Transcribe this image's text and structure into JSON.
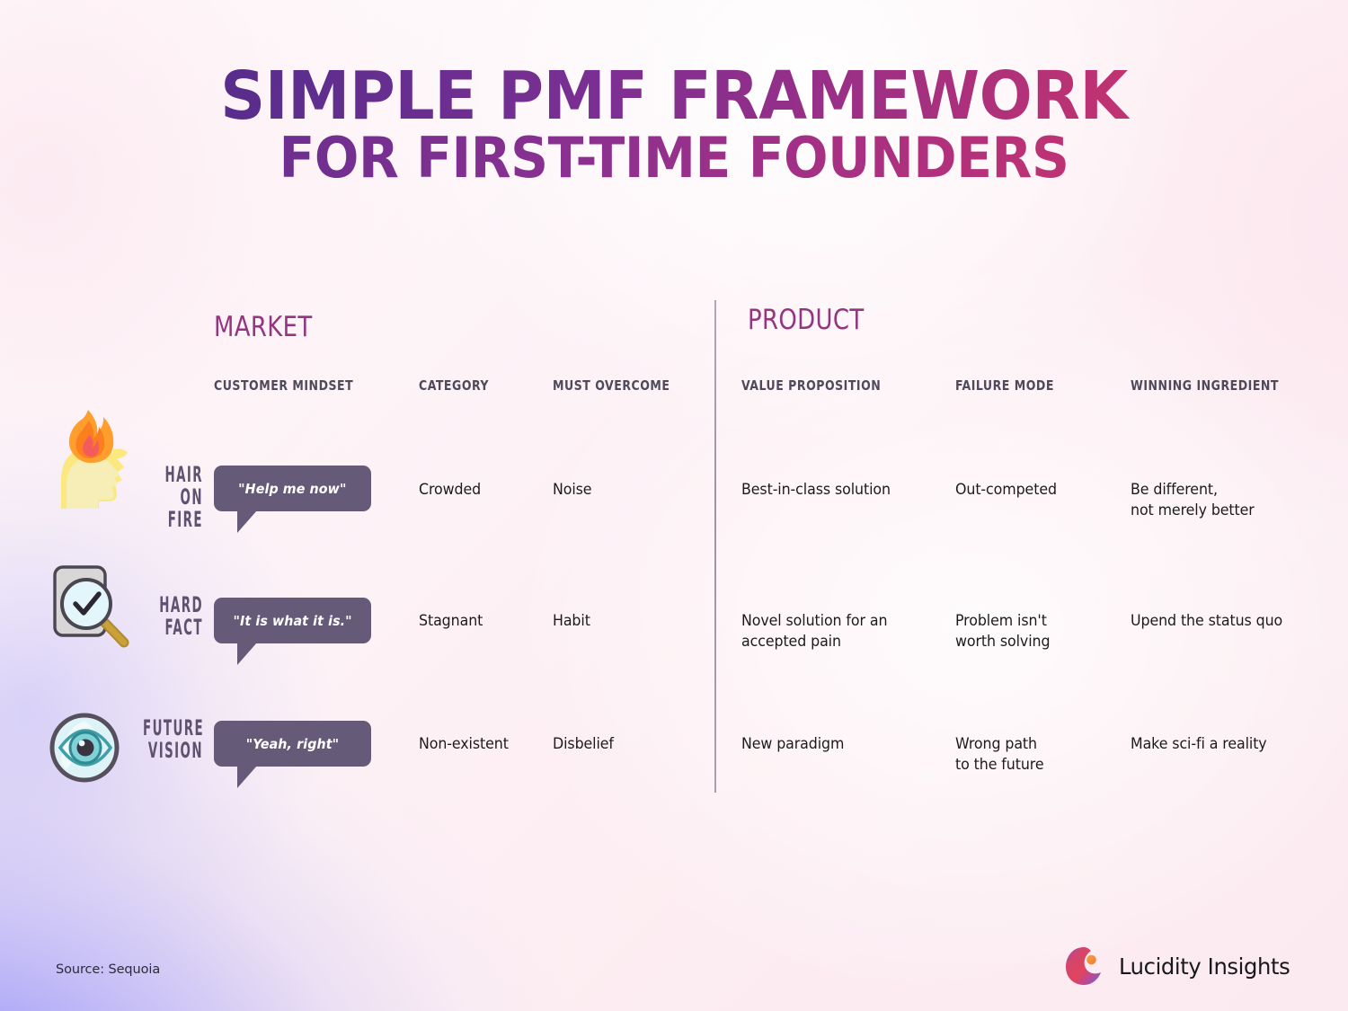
{
  "title": {
    "line1": "SIMPLE PMF FRAMEWORK",
    "line2": "FOR FIRST-TIME FOUNDERS"
  },
  "sections": {
    "market": "MARKET",
    "product": "PRODUCT"
  },
  "columns": {
    "customer_mindset": "CUSTOMER MINDSET",
    "category": "CATEGORY",
    "must_overcome": "MUST OVERCOME",
    "value_proposition": "VALUE PROPOSITION",
    "failure_mode": "FAILURE MODE",
    "winning_ingredient": "WINNING INGREDIENT"
  },
  "rows": [
    {
      "icon": "hair-on-fire-icon",
      "label": "HAIR\nON FIRE",
      "mindset": "\"Help me now\"",
      "category": "Crowded",
      "must_overcome": "Noise",
      "value_proposition": "Best-in-class solution",
      "failure_mode": "Out-competed",
      "winning_ingredient": "Be different,\nnot merely better"
    },
    {
      "icon": "hard-fact-icon",
      "label": "HARD\nFACT",
      "mindset": "\"It is what it is.\"",
      "category": "Stagnant",
      "must_overcome": "Habit",
      "value_proposition": "Novel solution for an\naccepted pain",
      "failure_mode": "Problem isn't\nworth solving",
      "winning_ingredient": "Upend the status quo"
    },
    {
      "icon": "future-vision-icon",
      "label": "FUTURE\nVISION",
      "mindset": "\"Yeah, right\"",
      "category": "Non-existent",
      "must_overcome": "Disbelief",
      "value_proposition": "New paradigm",
      "failure_mode": "Wrong path\n to the future",
      "winning_ingredient": "Make sci-fi a reality"
    }
  ],
  "footer": {
    "source": "Source: Sequoia",
    "brand_name": "Lucidity Insights",
    "brand_logo": "lucidity-crescent-logo"
  },
  "colors": {
    "title_gradient_start": "#4a2a87",
    "title_gradient_end": "#cf3a62",
    "section_header": "#93357f",
    "column_header": "#4e4a5c",
    "row_label": "#5f5170",
    "bubble_bg": "#655a78",
    "bubble_text": "#ffffff",
    "cell_text": "#1b1b1d",
    "divider": "#8d8295",
    "bg_lavender": "#9791f8",
    "bg_pink": "#fce8f0"
  }
}
